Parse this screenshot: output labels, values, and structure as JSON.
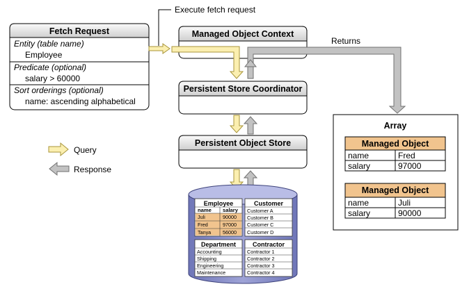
{
  "callouts": {
    "execute": "Execute fetch request",
    "returns": "Returns"
  },
  "fetch_request": {
    "title": "Fetch Request",
    "entity_label": "Entity (table name)",
    "entity_value": "Employee",
    "predicate_label": "Predicate (optional)",
    "predicate_value": "salary > 60000",
    "sort_label": "Sort orderings (optional)",
    "sort_value": "name: ascending alphabetical"
  },
  "stack": {
    "context": "Managed Object Context",
    "coordinator": "Persistent Store Coordinator",
    "store": "Persistent Object Store"
  },
  "legend": {
    "query": "Query",
    "response": "Response"
  },
  "array": {
    "title": "Array",
    "objects": [
      {
        "title": "Managed Object",
        "rows": [
          [
            "name",
            "Fred"
          ],
          [
            "salary",
            "97000"
          ]
        ]
      },
      {
        "title": "Managed Object",
        "rows": [
          [
            "name",
            "Juli"
          ],
          [
            "salary",
            "90000"
          ]
        ]
      }
    ]
  },
  "database": {
    "employee": {
      "title": "Employee",
      "headers": [
        "name",
        "salary"
      ],
      "rows": [
        [
          "Juli",
          "90000"
        ],
        [
          "Fred",
          "97000"
        ],
        [
          "Tanya",
          "56000"
        ]
      ]
    },
    "customer": {
      "title": "Customer",
      "rows": [
        "Customer A",
        "Customer B",
        "Customer C",
        "Customer D"
      ]
    },
    "department": {
      "title": "Department",
      "rows": [
        "Accounting",
        "Shipping",
        "Engineering",
        "Maintenance"
      ]
    },
    "contractor": {
      "title": "Contractor",
      "rows": [
        "Contractor 1",
        "Contractor 2",
        "Contractor 3",
        "Contractor 4"
      ]
    }
  },
  "colors": {
    "query_fill": "#fbefb0",
    "query_stroke": "#a8953a",
    "response_fill": "#c2c2c2",
    "response_stroke": "#707070",
    "mo_header": "#f1c48e",
    "cylinder": "#8d92cc"
  }
}
